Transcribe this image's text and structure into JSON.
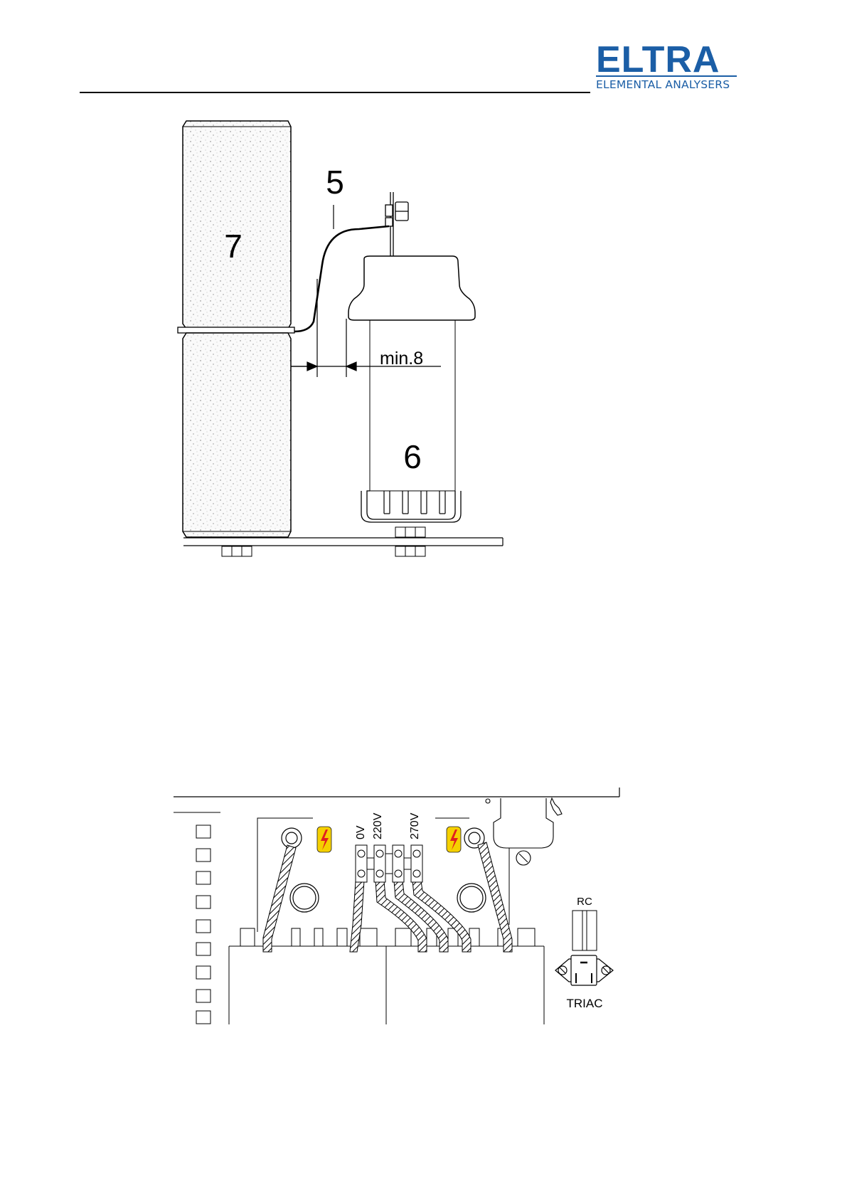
{
  "header": {
    "logo_word": "ELTRA",
    "logo_subtitle": "ELEMENTAL ANALYSERS",
    "brand_color": "#1b5ea6"
  },
  "figure_top": {
    "labels": {
      "part_7": "7",
      "part_5": "5",
      "part_6": "6",
      "dimension": "min.8"
    }
  },
  "figure_bottom": {
    "terminal_labels": [
      "0V",
      "220V",
      "270V"
    ],
    "rc_label": "RC",
    "triac_label": "TRIAC",
    "warning_icon": "lightning-bolt-icon",
    "warning_color": "#f5d000",
    "bolt_color": "#e02020"
  }
}
